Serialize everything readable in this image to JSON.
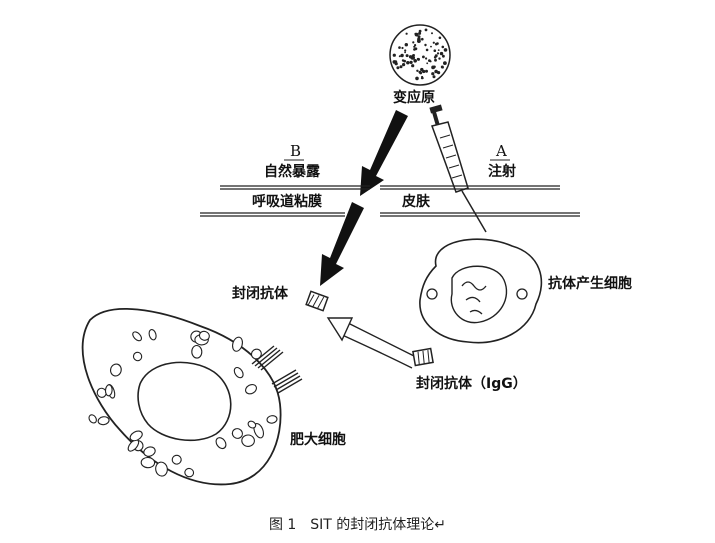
{
  "labels": {
    "allergen": "变应原",
    "route_b_letter": "B",
    "route_b_text": "自然暴露",
    "route_a_letter": "A",
    "route_a_text": "注射",
    "mucosa": "呼吸道粘膜",
    "skin": "皮肤",
    "blocking_antibody": "封闭抗体",
    "antibody_cell": "抗体产生细胞",
    "blocking_antibody_igg": "封闭抗体（IgG）",
    "mast_cell": "肥大细胞"
  },
  "caption": "图 1　SIT 的封闭抗体理论↵"
}
